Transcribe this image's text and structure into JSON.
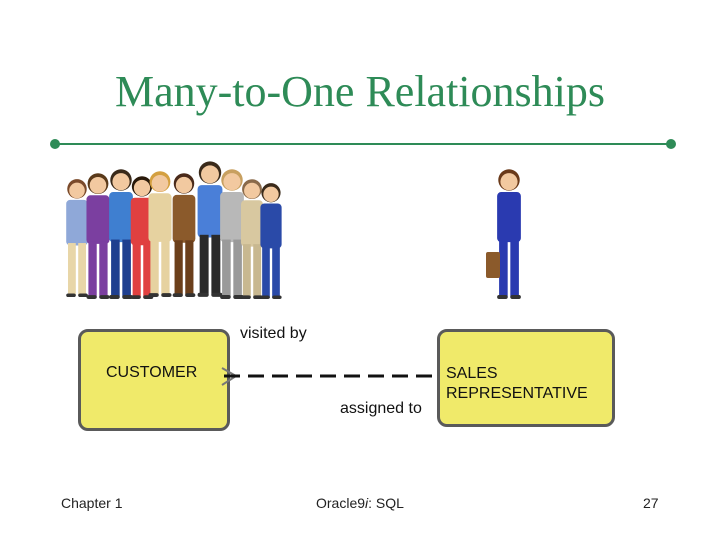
{
  "slide": {
    "title": "Many-to-One Relationships"
  },
  "diagram": {
    "entities": [
      {
        "id": "customer",
        "name": "CUSTOMER",
        "fill": "#f0ea6a"
      },
      {
        "id": "sales_rep",
        "name_lines": [
          "SALES",
          "REPRESENTATIVE"
        ],
        "fill": "#f0ea6a"
      }
    ],
    "relationship": {
      "from_label": "visited by",
      "to_label": "assigned to",
      "crows_foot_end": "customer",
      "line_style": "dashed"
    },
    "colors": {
      "title": "#2e8b57",
      "rule": "#2e8b57",
      "entity_border": "#5a5a5a"
    }
  },
  "footer": {
    "chapter": "Chapter 1",
    "course_prefix": "Oracle9",
    "course_italic": "i",
    "course_suffix": ": SQL",
    "page": "27"
  }
}
